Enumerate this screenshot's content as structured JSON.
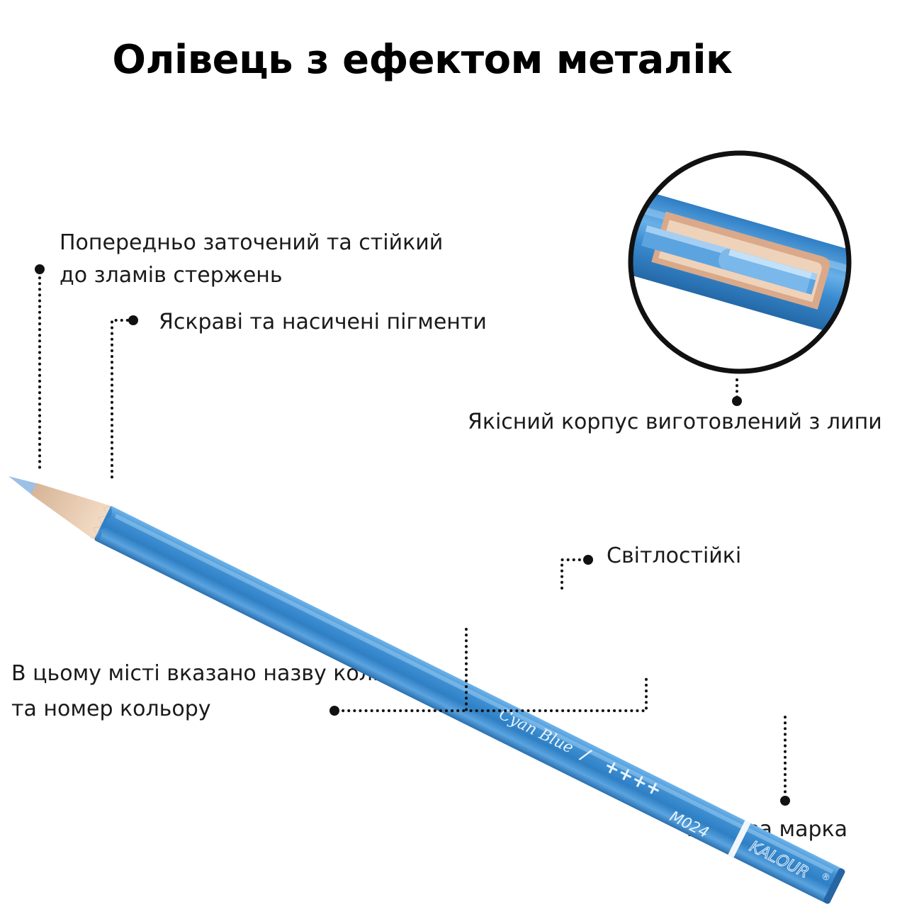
{
  "title": "Олівець з ефектом металік",
  "annotations": {
    "core_line1": "Попередньо заточений та стійкий",
    "core_line2": "до зламів стержень",
    "pigments": "Яскраві та насичені пігменти",
    "body": "Якісний корпус виготовлений з липи",
    "lightfast": "Світлостійкі",
    "color_name_line1": "В цьому місті вказано назву кольору",
    "color_name_line2": "та номер кольору",
    "brand": "Торгова марка"
  },
  "pencil": {
    "color_name": "Cyan Blue",
    "separator": "/",
    "lightfast_rating": "++++",
    "color_code": "M024",
    "brand_mark": "KALOUR",
    "registered_mark": "®",
    "barrel_color": "#3a86c8",
    "wood_color": "#e9cbb0",
    "lead_color": "#8fb6e0"
  }
}
